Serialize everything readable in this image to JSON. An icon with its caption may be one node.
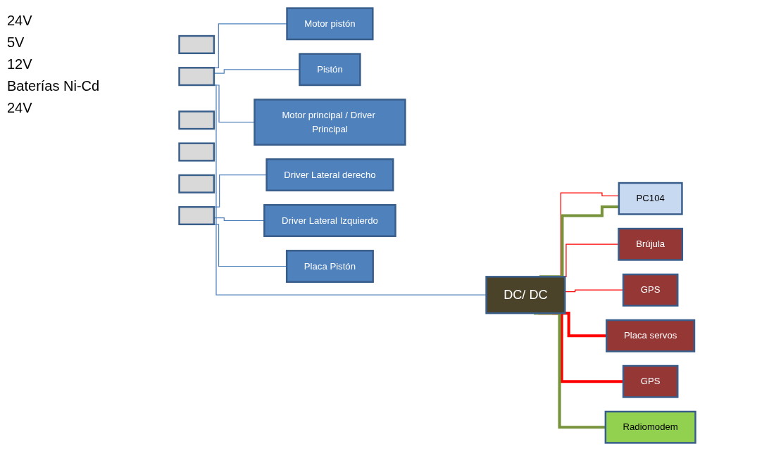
{
  "diagram": {
    "nodes": [
      {
        "text": [],
        "shape": "box"
      },
      {
        "text": [],
        "shape": "box"
      },
      {
        "text": [],
        "shape": "box"
      },
      {
        "text": [],
        "shape": "box"
      },
      {
        "text": [],
        "shape": "box"
      },
      {
        "text": [],
        "shape": "box"
      },
      {
        "text": [
          "DC/ DC"
        ]
      },
      {
        "text": [
          "Motor pistón"
        ]
      },
      {
        "text": [
          "Pistón"
        ]
      },
      {
        "text": [
          "Motor principal / Driver Principal"
        ]
      },
      {
        "text": [
          "PC104"
        ]
      },
      {
        "text": [
          "Brújula"
        ]
      },
      {
        "text": [
          "GPS"
        ]
      },
      {
        "text": [
          "Driver Lateral derecho"
        ]
      },
      {
        "text": [
          "Driver Lateral Izquierdo"
        ]
      },
      {
        "text": [
          "Placa servos"
        ]
      },
      {
        "text": [
          "Placa Pistón"
        ]
      },
      {
        "text": [
          "Radiomodem"
        ]
      },
      {
        "text": [
          "GPS"
        ]
      }
    ],
    "edges": [
      {
        "from": 1,
        "to": 7,
        "arrow": "none"
      },
      {
        "from": 1,
        "to": 8,
        "arrow": "none"
      },
      {
        "from": 1,
        "to": 9,
        "arrow": "none"
      },
      {
        "from": 1,
        "to": 6,
        "arrow": "none"
      },
      {
        "from": 6,
        "to": 10,
        "arrow": "none",
        "color": "#ff0000"
      },
      {
        "from": 6,
        "to": 11,
        "arrow": "none",
        "color": "#ff0000"
      },
      {
        "from": 6,
        "to": 12,
        "arrow": "none",
        "color": "#ff0000"
      },
      {
        "from": 6,
        "to": 15,
        "arrow": "none",
        "style": "thick",
        "color": "#ff0000"
      },
      {
        "from": 6,
        "to": 18,
        "arrow": "none",
        "style": "thick",
        "color": "#ff0000"
      },
      {
        "from": 6,
        "to": 10,
        "arrow": "none",
        "style": "thick",
        "color": "#77933c"
      },
      {
        "from": 6,
        "to": 17,
        "arrow": "none",
        "style": "thick",
        "color": "#77933c"
      },
      {
        "from": 5,
        "to": 13,
        "arrow": "none"
      },
      {
        "from": 5,
        "to": 14,
        "arrow": "none"
      },
      {
        "from": 5,
        "to": 16,
        "arrow": "none"
      }
    ],
    "labels": [
      "24V",
      "5V",
      "12V",
      "Baterías Ni-Cd",
      "24V"
    ]
  }
}
